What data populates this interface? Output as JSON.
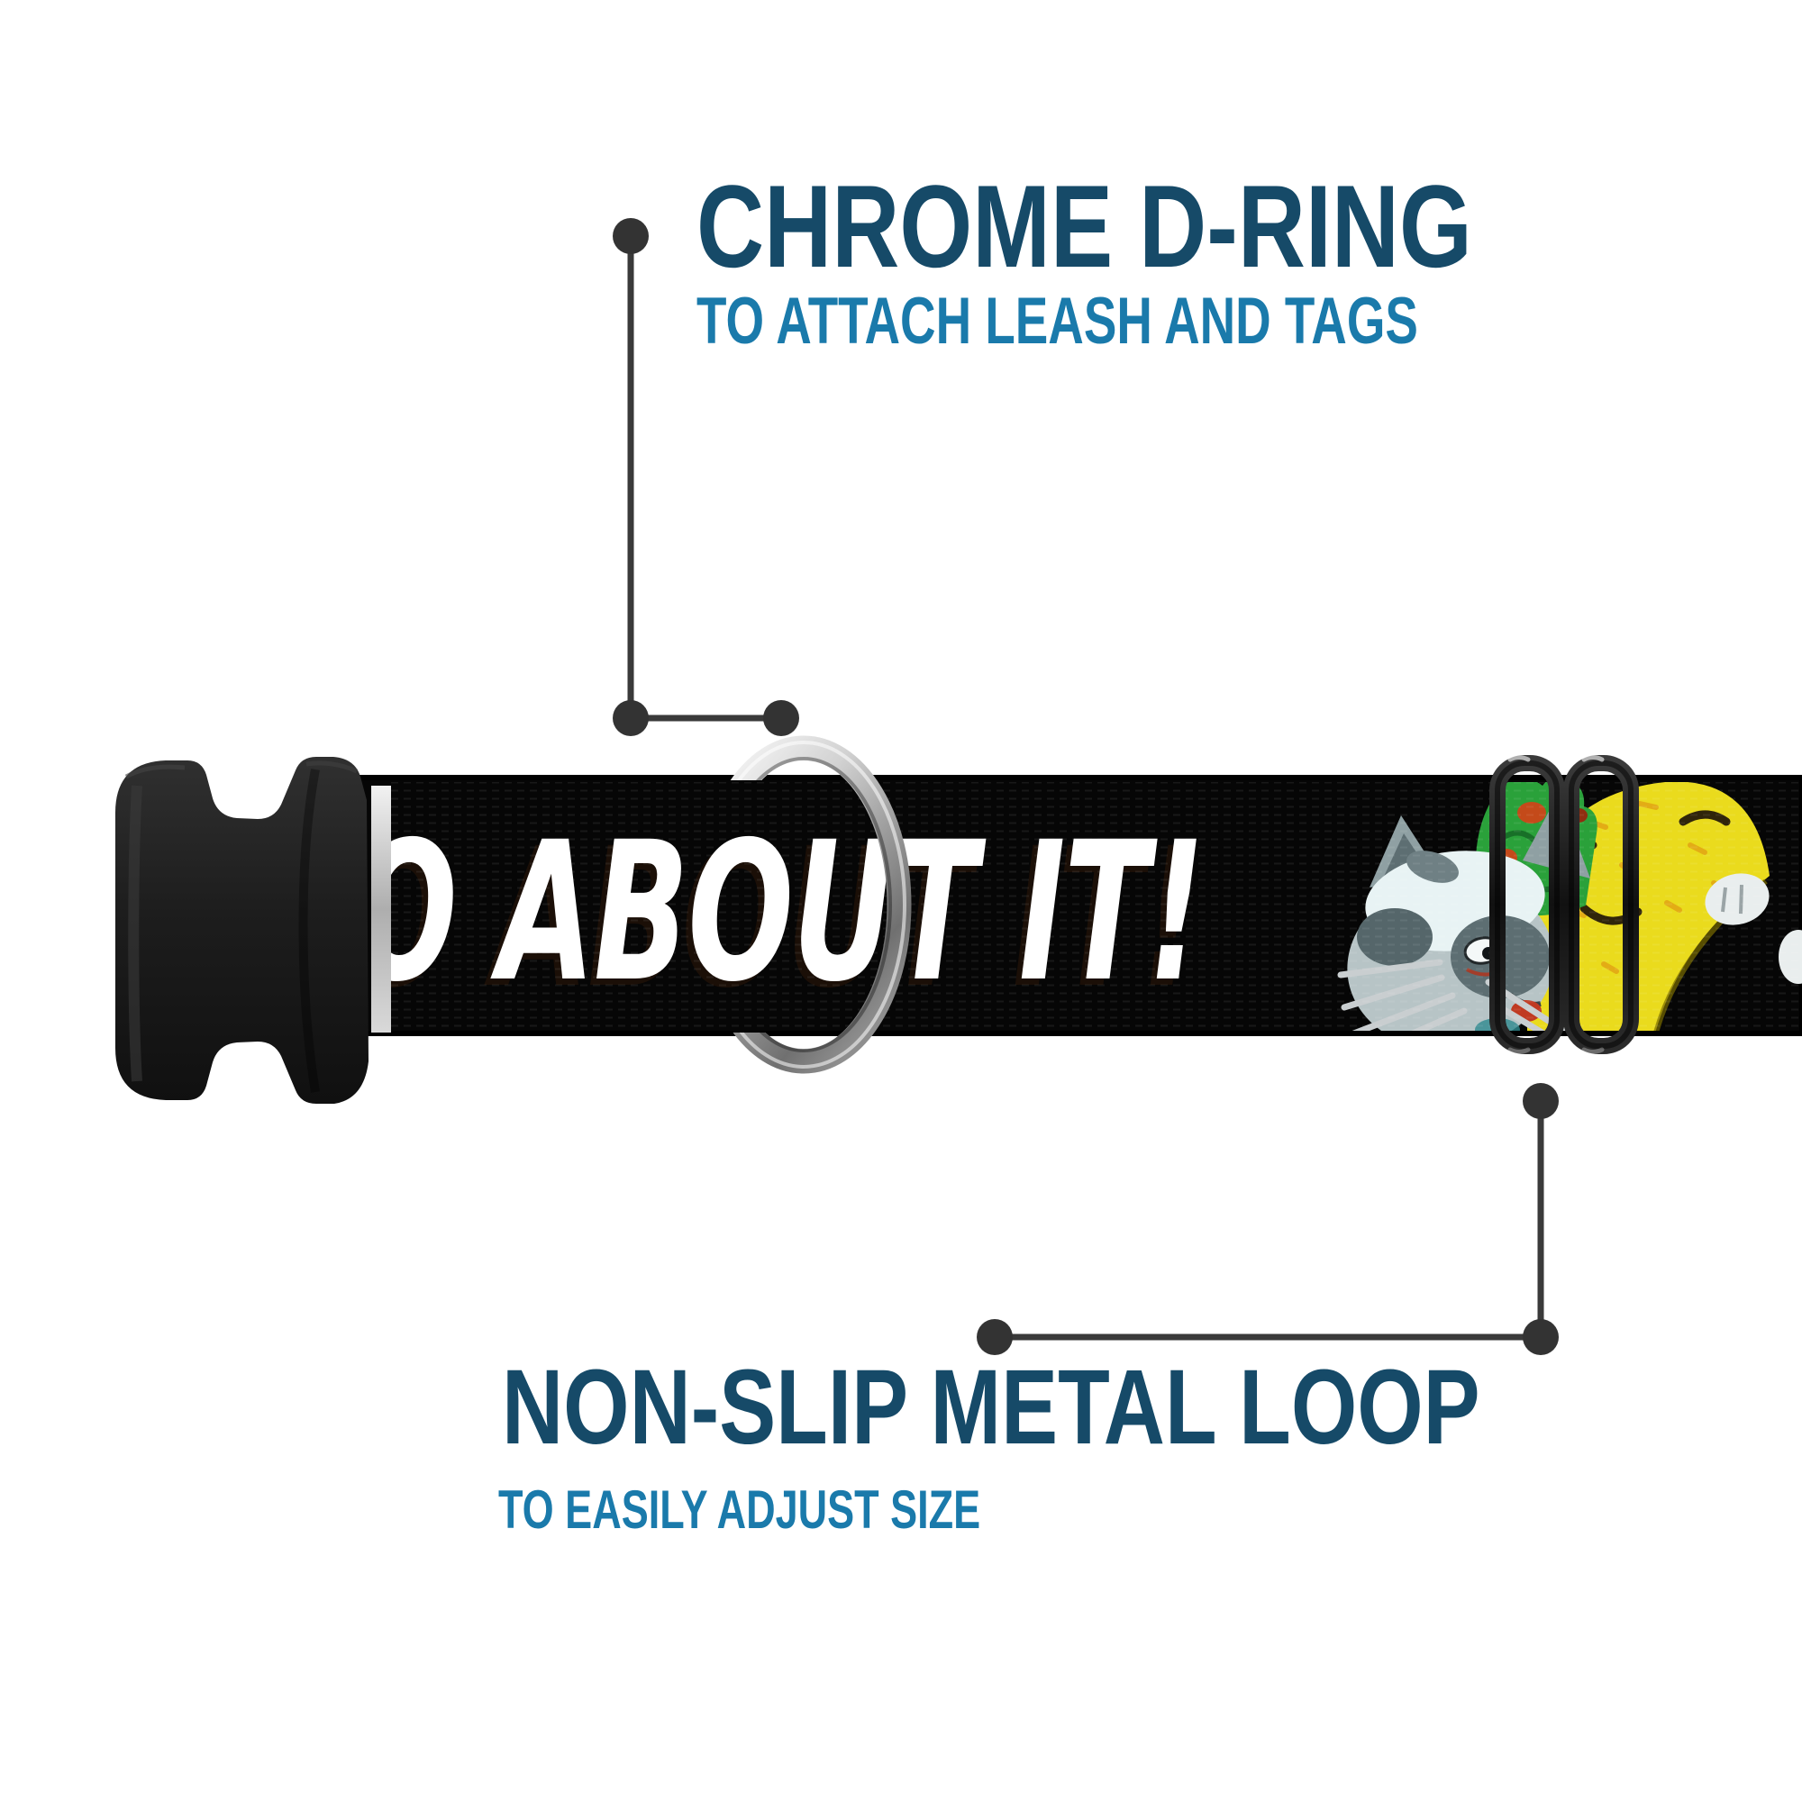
{
  "callouts": {
    "top": {
      "title": "CHROME D-RING",
      "subtitle": "TO ATTACH LEASH AND TAGS"
    },
    "bottom": {
      "title": "NON-SLIP METAL LOOP",
      "subtitle": "TO EASILY ADJUST SIZE"
    }
  },
  "collar": {
    "strap_text": "O ABOUT IT!"
  },
  "colors": {
    "title_blue_dark": "#164a68",
    "subtitle_blue": "#1a7aab",
    "callout_gray": "#383838",
    "strap_black": "#060606",
    "chrome_light": "#fdfdfd",
    "chrome_dark": "#707070",
    "buckle_black": "#1d1d1d",
    "slider_black": "#1a1a1a",
    "taco_yellow": "#eadb1d",
    "lettuce_green": "#2aa13a",
    "meat_red": "#c44a1a",
    "cat_gray": "#b7c4c6",
    "cat_white": "#e8f3f4",
    "nose_red": "#c03a22",
    "text_white": "#ffffff"
  }
}
